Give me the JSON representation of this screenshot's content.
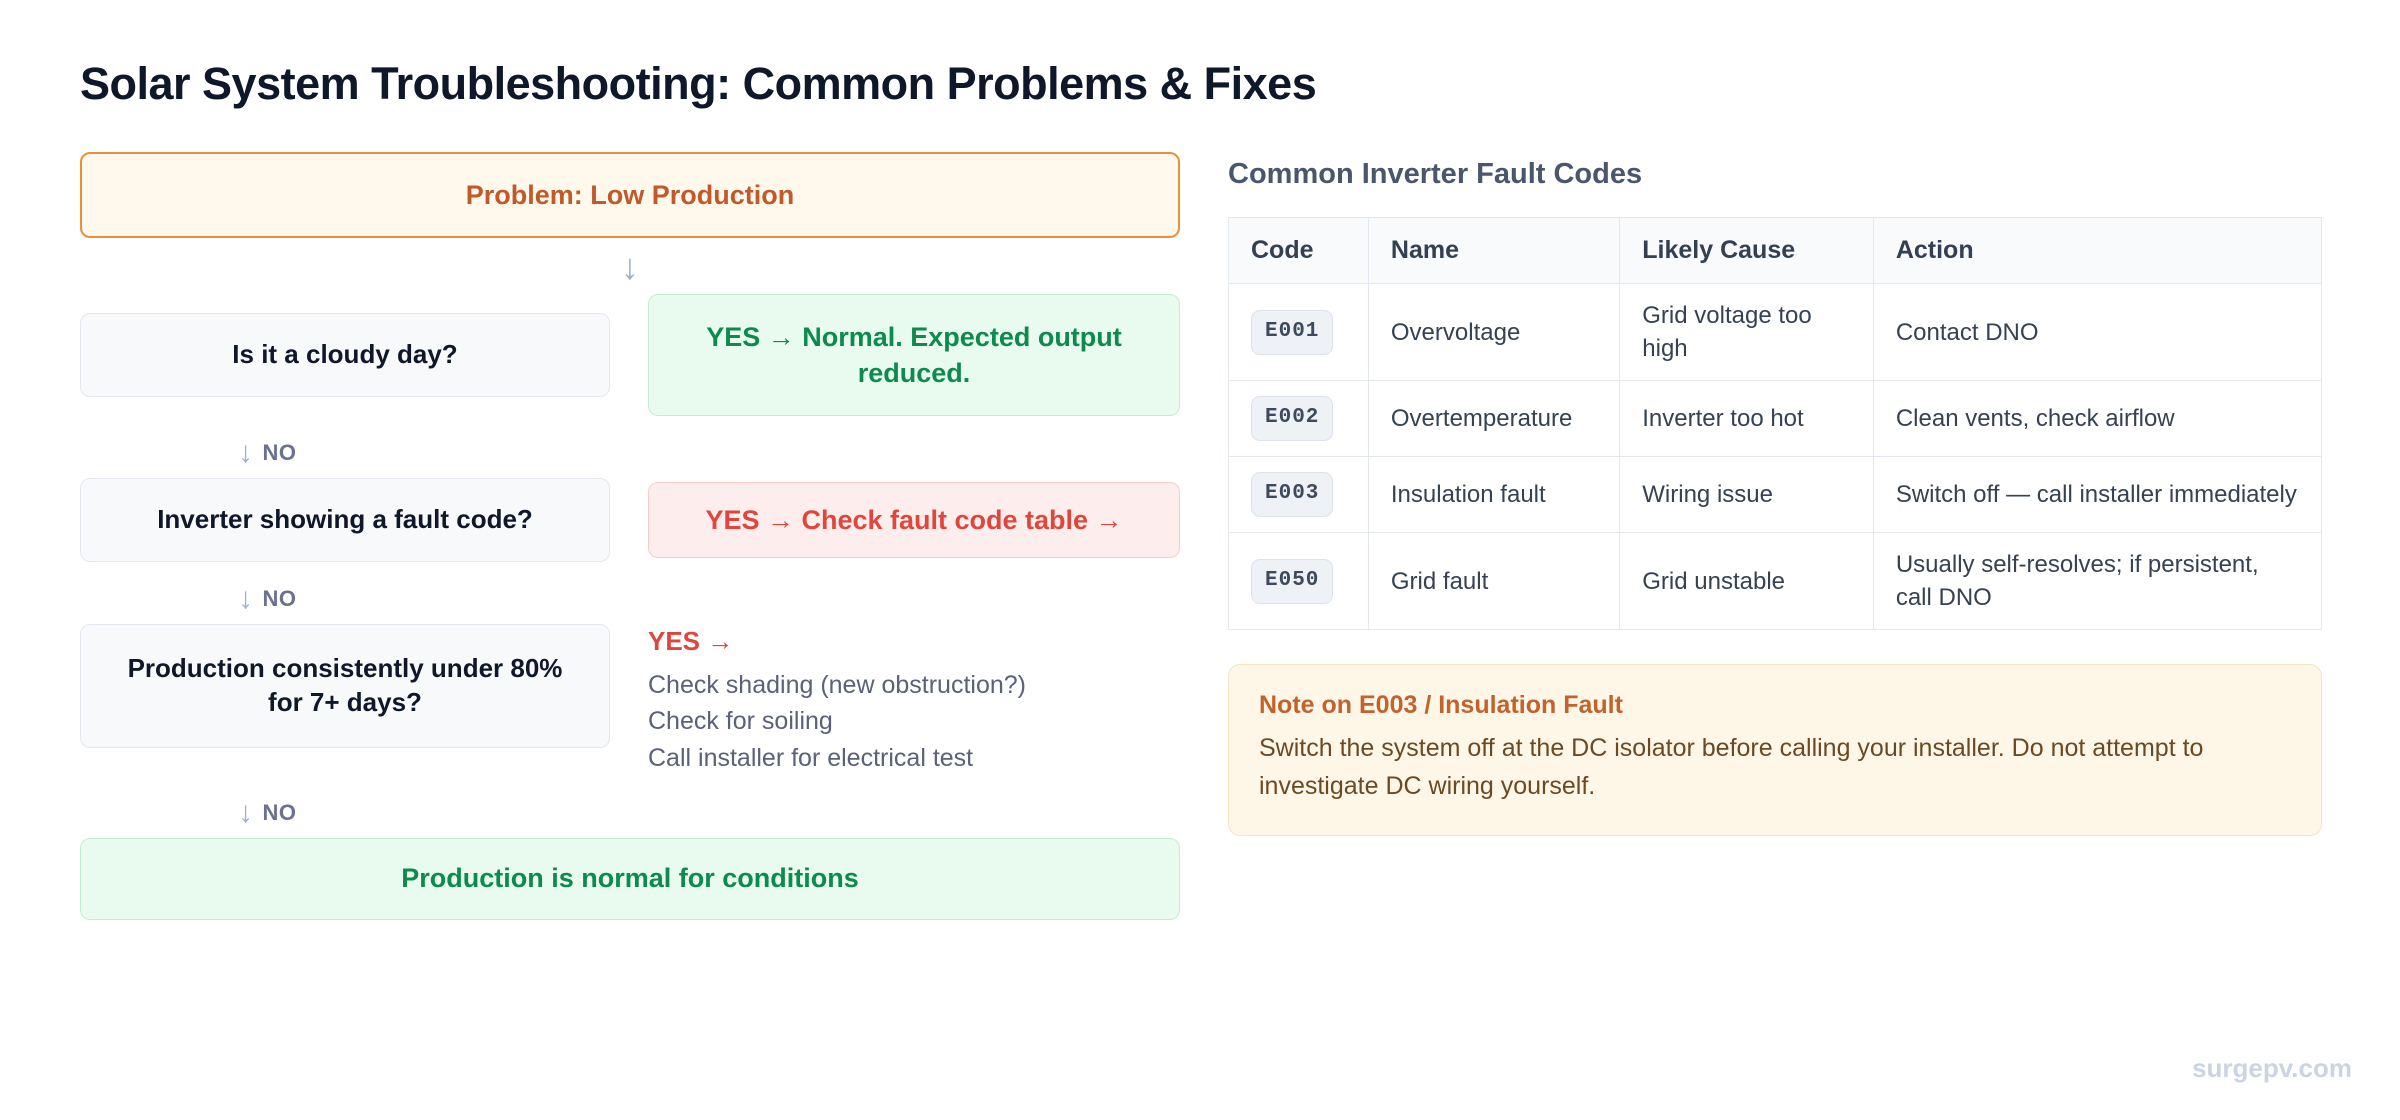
{
  "page": {
    "title": "Solar System Troubleshooting: Common Problems & Fixes",
    "watermark": "surgepv.com"
  },
  "icons": {
    "arrow_down": "↓"
  },
  "flowchart": {
    "root_label": "Problem: Low Production",
    "steps": [
      {
        "question": "Is it a cloudy day?",
        "answer": "YES → Normal. Expected output reduced.",
        "answer_type": "positive",
        "no_label": "NO"
      },
      {
        "question": "Inverter showing a fault code?",
        "answer": "YES → Check fault code table →",
        "answer_type": "alert",
        "no_label": "NO"
      },
      {
        "question": "Production consistently under 80% for 7+ days?",
        "answer_label": "YES →",
        "answer_items": [
          "Check shading (new obstruction?)",
          "Check for soiling",
          "Call installer for electrical test"
        ],
        "no_label": "NO"
      }
    ],
    "terminal_label": "Production is normal for conditions"
  },
  "fault_table": {
    "heading": "Common Inverter Fault Codes",
    "columns": [
      "Code",
      "Name",
      "Likely Cause",
      "Action"
    ],
    "rows": [
      {
        "code": "E001",
        "name": "Overvoltage",
        "likely_cause": "Grid voltage too high",
        "action": "Contact DNO"
      },
      {
        "code": "E002",
        "name": "Overtemperature",
        "likely_cause": "Inverter too hot",
        "action": "Clean vents, check airflow"
      },
      {
        "code": "E003",
        "name": "Insulation fault",
        "likely_cause": "Wiring issue",
        "action": "Switch off — call installer immediately"
      },
      {
        "code": "E050",
        "name": "Grid fault",
        "likely_cause": "Grid unstable",
        "action": "Usually self-resolves; if persistent, call DNO"
      }
    ]
  },
  "note": {
    "title": "Note on E003 / Insulation Fault",
    "body": "Switch the system off at the DC isolator before calling your installer. Do not attempt to investigate DC wiring yourself."
  },
  "colors": {
    "accent_orange": "#E8913D",
    "orange_text": "#C05A2B",
    "green_text": "#0D8A4E",
    "red_text": "#E0463C",
    "note_body_text": "#6B4A23",
    "watermark_gray": "#CBD4E2"
  }
}
